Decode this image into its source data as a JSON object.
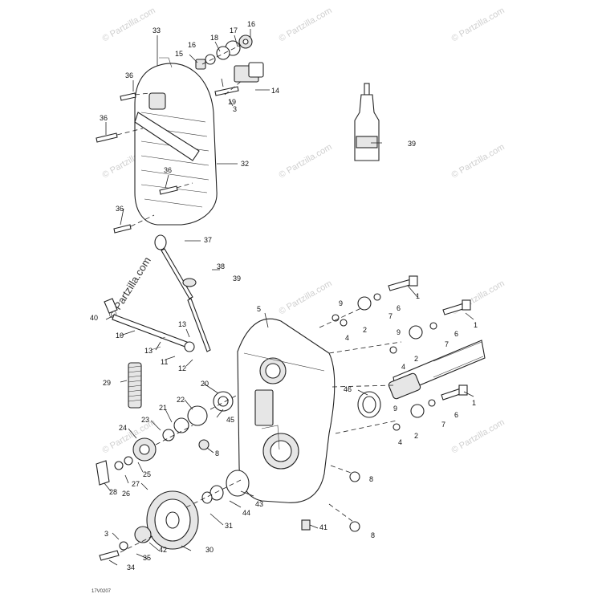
{
  "watermark": "© Partzilla.com",
  "side_watermark": "© Partzilla.com",
  "drawing_code": "17V0207",
  "callouts": {
    "c1": "1",
    "c2": "2",
    "c3": "3",
    "c4": "4",
    "c5": "5",
    "c6": "6",
    "c7": "7",
    "c8": "8",
    "c9": "9",
    "c10": "10",
    "c11": "11",
    "c12": "12",
    "c13": "13",
    "c14": "14",
    "c15": "15",
    "c16": "16",
    "c17": "17",
    "c18": "18",
    "c19": "19",
    "c20": "20",
    "c21": "21",
    "c22": "22",
    "c23": "23",
    "c24": "24",
    "c25": "25",
    "c26": "26",
    "c27": "27",
    "c28": "28",
    "c29": "29",
    "c30": "30",
    "c31": "31",
    "c32": "32",
    "c33": "33",
    "c34": "34",
    "c35": "35",
    "c36": "36",
    "c37": "37",
    "c38": "38",
    "c39": "39",
    "c40": "40",
    "c41": "41",
    "c42": "42",
    "c43": "43",
    "c44": "44",
    "c45": "45",
    "c46": "46"
  }
}
